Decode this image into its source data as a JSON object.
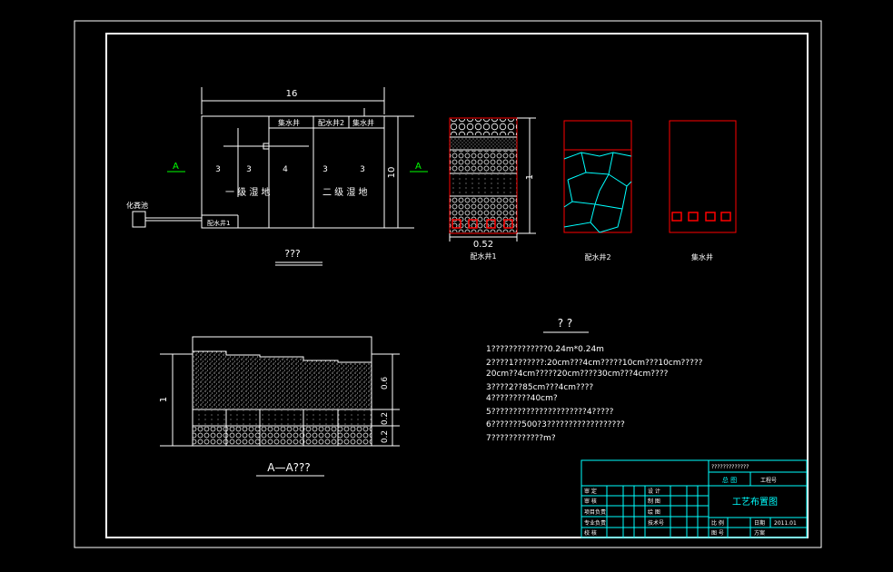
{
  "plan": {
    "dim_total": "16",
    "dim_height": "10",
    "section_mark": "A",
    "section_mark_right": "A",
    "label_septic": "化粪池",
    "label_collect_well": "集水井",
    "label_dist_well2": "配水井2",
    "label_collect_well2": "集水井",
    "label_dist_well1": "配水井1",
    "cells": [
      "3",
      "3",
      "4",
      "3",
      "3"
    ],
    "wetland1": "一 级 湿 地",
    "wetland2": "二 级 湿 地",
    "caption": "???"
  },
  "wells": {
    "dim_height": "1",
    "dim_width": "0.52",
    "well1": "配水井1",
    "well2": "配水井2",
    "well3": "集水井"
  },
  "section": {
    "dim_height": "1",
    "dim_top": "0.6",
    "dim_mid": "0.2",
    "dim_bot": "0.2",
    "caption": "A—A???"
  },
  "notes": {
    "title": "?  ?",
    "lines": [
      "1?????????????0.24m*0.24m",
      "2????1???????:20cm???4cm?????10cm???10cm?????",
      "20cm??4cm?????20cm????30cm???4cm????",
      "3????2??85cm???4cm????",
      "4?????????40cm?",
      "5??????????????????????4?????",
      "6???????500?3??????????????????",
      "7????????????m?"
    ]
  },
  "title_block": {
    "school": "?????????????",
    "title": "工艺布置图",
    "top_labels": [
      "总 图",
      "工程号"
    ],
    "left_labels": [
      "审 定",
      "审 核",
      "项目负责",
      "专业负责",
      "校 核"
    ],
    "mid_labels": [
      "设 计",
      "制 图",
      "绘 图",
      "技术号"
    ],
    "bottom_labels": [
      "比 例",
      "图 号"
    ],
    "right_labels": [
      "日期",
      "方案"
    ],
    "date": "2011.01"
  }
}
